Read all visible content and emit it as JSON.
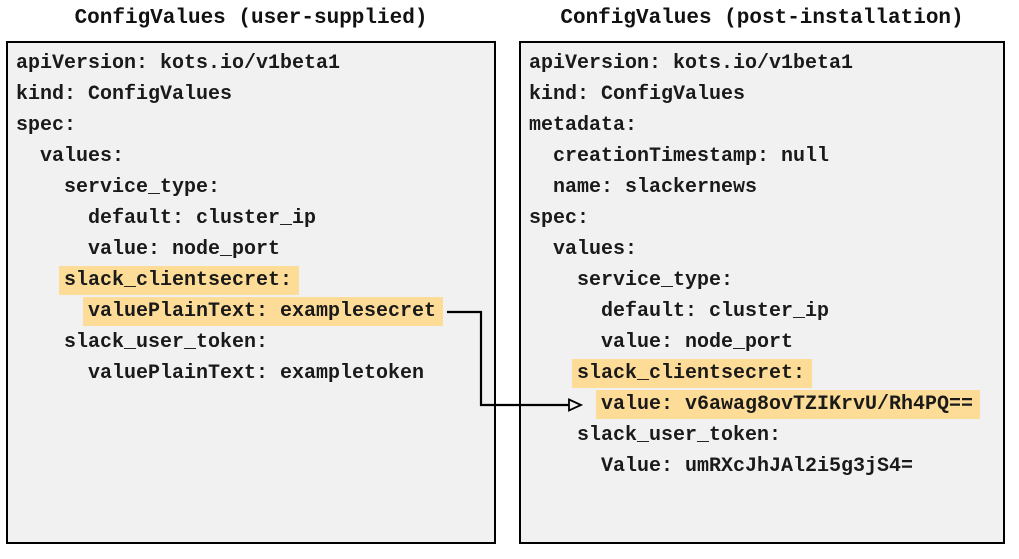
{
  "colors": {
    "box_bg": "#f1f1f1",
    "box_border": "#000000",
    "highlight": "#fcdc96",
    "text": "#1a1a1a",
    "arrow": "#000000"
  },
  "panels": [
    {
      "id": "user-supplied",
      "title": "ConfigValues (user-supplied)",
      "lines": [
        {
          "text": "apiVersion: kots.io/v1beta1",
          "indent": 0,
          "highlight": false
        },
        {
          "text": "kind: ConfigValues",
          "indent": 0,
          "highlight": false
        },
        {
          "text": "spec:",
          "indent": 0,
          "highlight": false
        },
        {
          "text": "values:",
          "indent": 2,
          "highlight": false
        },
        {
          "text": "service_type:",
          "indent": 4,
          "highlight": false
        },
        {
          "text": "default: cluster_ip",
          "indent": 6,
          "highlight": false
        },
        {
          "text": "value: node_port",
          "indent": 6,
          "highlight": false
        },
        {
          "text": "slack_clientsecret:",
          "indent": 4,
          "highlight": true
        },
        {
          "text": "valuePlainText: examplesecret",
          "indent": 6,
          "highlight": true
        },
        {
          "text": "slack_user_token:",
          "indent": 4,
          "highlight": false
        },
        {
          "text": "valuePlainText: exampletoken",
          "indent": 6,
          "highlight": false
        }
      ]
    },
    {
      "id": "post-installation",
      "title": "ConfigValues (post-installation)",
      "lines": [
        {
          "text": "apiVersion: kots.io/v1beta1",
          "indent": 0,
          "highlight": false
        },
        {
          "text": "kind: ConfigValues",
          "indent": 0,
          "highlight": false
        },
        {
          "text": "metadata:",
          "indent": 0,
          "highlight": false
        },
        {
          "text": "creationTimestamp: null",
          "indent": 2,
          "highlight": false
        },
        {
          "text": "name: slackernews",
          "indent": 2,
          "highlight": false
        },
        {
          "text": "spec:",
          "indent": 0,
          "highlight": false
        },
        {
          "text": "values:",
          "indent": 2,
          "highlight": false
        },
        {
          "text": "service_type:",
          "indent": 4,
          "highlight": false
        },
        {
          "text": "default: cluster_ip",
          "indent": 6,
          "highlight": false
        },
        {
          "text": "value: node_port",
          "indent": 6,
          "highlight": false
        },
        {
          "text": "slack_clientsecret:",
          "indent": 4,
          "highlight": true
        },
        {
          "text": "value: v6awag8ovTZIKrvU/Rh4PQ==",
          "indent": 6,
          "highlight": true
        },
        {
          "text": "slack_user_token:",
          "indent": 4,
          "highlight": false
        },
        {
          "text": "Value: umRXcJhJAl2i5g3jS4=",
          "indent": 6,
          "highlight": false
        }
      ]
    }
  ],
  "arrow": {
    "from": "valuePlainText: examplesecret",
    "to": "value: v6awag8ovTZIKrvU/Rh4PQ=="
  }
}
